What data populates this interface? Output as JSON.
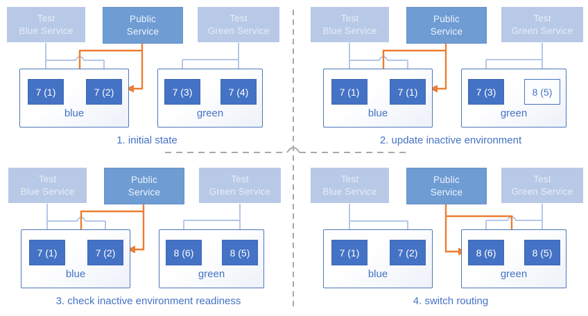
{
  "colors": {
    "pod_blue": "#4472c4",
    "service_light_blue": "#b7c9e6",
    "service_medium_blue": "#6e9cd3",
    "connector_light_blue": "#b4c7e7",
    "route_orange": "#ed7d31",
    "caption_blue": "#4472c4",
    "divider_gray": "#a8a8a8"
  },
  "panels": [
    {
      "caption": "1. initial state",
      "services": [
        {
          "name": "test-blue-service",
          "variant": "light",
          "lines": [
            "Test",
            "Blue Service"
          ]
        },
        {
          "name": "public-service",
          "variant": "primary",
          "lines": [
            "Public",
            "Service"
          ]
        },
        {
          "name": "test-green-service",
          "variant": "light",
          "lines": [
            "Test",
            "Green Service"
          ]
        }
      ],
      "environments": [
        {
          "name": "blue",
          "label": "blue",
          "pods": [
            {
              "label": "7 (1)",
              "variant": "filled"
            },
            {
              "label": "7 (2)",
              "variant": "filled"
            }
          ]
        },
        {
          "name": "green",
          "label": "green",
          "pods": [
            {
              "label": "7 (3)",
              "variant": "filled"
            },
            {
              "label": "7 (4)",
              "variant": "filled"
            }
          ]
        }
      ],
      "public_routes_to": "blue"
    },
    {
      "caption": "2. update inactive environment",
      "services": [
        {
          "name": "test-blue-service",
          "variant": "light",
          "lines": [
            "Test",
            "Blue Service"
          ]
        },
        {
          "name": "public-service",
          "variant": "primary",
          "lines": [
            "Public",
            "Service"
          ]
        },
        {
          "name": "test-green-service",
          "variant": "light",
          "lines": [
            "Test",
            "Green Service"
          ]
        }
      ],
      "environments": [
        {
          "name": "blue",
          "label": "blue",
          "pods": [
            {
              "label": "7 (1)",
              "variant": "filled"
            },
            {
              "label": "7 (1)",
              "variant": "filled"
            }
          ]
        },
        {
          "name": "green",
          "label": "green",
          "pods": [
            {
              "label": "7 (3)",
              "variant": "filled"
            },
            {
              "label": "8 (5)",
              "variant": "outlined"
            }
          ]
        }
      ],
      "public_routes_to": "blue"
    },
    {
      "caption": "3. check inactive environment readiness",
      "services": [
        {
          "name": "test-blue-service",
          "variant": "light",
          "lines": [
            "Test",
            "Blue Service"
          ]
        },
        {
          "name": "public-service",
          "variant": "primary",
          "lines": [
            "Public",
            "Service"
          ]
        },
        {
          "name": "test-green-service",
          "variant": "light",
          "lines": [
            "Test",
            "Green Service"
          ]
        }
      ],
      "environments": [
        {
          "name": "blue",
          "label": "blue",
          "pods": [
            {
              "label": "7 (1)",
              "variant": "filled"
            },
            {
              "label": "7 (2)",
              "variant": "filled"
            }
          ]
        },
        {
          "name": "green",
          "label": "green",
          "pods": [
            {
              "label": "8 (6)",
              "variant": "filled"
            },
            {
              "label": "8 (5)",
              "variant": "filled"
            }
          ]
        }
      ],
      "public_routes_to": "blue"
    },
    {
      "caption": "4. switch routing",
      "services": [
        {
          "name": "test-blue-service",
          "variant": "light",
          "lines": [
            "Test",
            "Blue Service"
          ]
        },
        {
          "name": "public-service",
          "variant": "primary",
          "lines": [
            "Public",
            "Service"
          ]
        },
        {
          "name": "test-green-service",
          "variant": "light",
          "lines": [
            "Test",
            "Green Service"
          ]
        }
      ],
      "environments": [
        {
          "name": "blue",
          "label": "blue",
          "pods": [
            {
              "label": "7 (1)",
              "variant": "filled"
            },
            {
              "label": "7 (2)",
              "variant": "filled"
            }
          ]
        },
        {
          "name": "green",
          "label": "green",
          "pods": [
            {
              "label": "8 (6)",
              "variant": "filled"
            },
            {
              "label": "8 (5)",
              "variant": "filled"
            }
          ]
        }
      ],
      "public_routes_to": "green"
    }
  ]
}
